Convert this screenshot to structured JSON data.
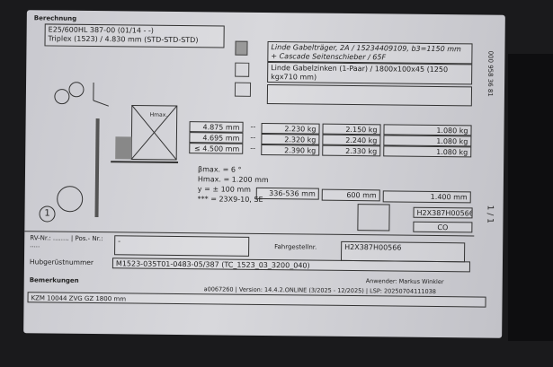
{
  "header": {
    "section": "Berechnung",
    "model_line1": "E25/600HL 387-00 (01/14 - -)",
    "model_line2": "Triplex (1523) / 4.830 mm (STD-STD-STD)"
  },
  "attachments": [
    {
      "icon": "fork-carriage-icon",
      "text": "Linde Gabelträger, 2A / 15234409109, b3=1150 mm + Cascade Seitenschieber / 65F"
    },
    {
      "icon": "fork-pair-icon",
      "text": "Linde Gabelzinken (1-Paar) / 1800x100x45 (1250 kgx710 mm)"
    },
    {
      "icon": "attachment-icon",
      "text": ""
    }
  ],
  "diagram": {
    "hmax_label": "Hmax."
  },
  "load_table": {
    "rows": [
      {
        "height": "4.875 mm",
        "sep": "--",
        "c1": "2.230 kg",
        "c2": "2.150 kg",
        "c3": "1.080 kg"
      },
      {
        "height": "4.695 mm",
        "sep": "--",
        "c1": "2.320 kg",
        "c2": "2.240 kg",
        "c3": "1.080 kg"
      },
      {
        "height": "≤ 4.500 mm",
        "sep": "--",
        "c1": "2.390 kg",
        "c2": "2.330 kg",
        "c3": "1.080 kg"
      }
    ],
    "centers": [
      "336-536 mm",
      "600 mm",
      "1.400 mm"
    ]
  },
  "specs": [
    "βmax. = 6 °",
    "Hmax. = 1.200 mm",
    "y = ± 100 mm",
    "*** = 23X9-10, SE"
  ],
  "circle_number": "1",
  "serial_box": "H2X387H00566",
  "co_box": "CO",
  "side_code": "000 958 36 81",
  "page": "1 / 1",
  "form": {
    "rv_label": "RV-Nr.: ........ | Pos.- Nr.: .....",
    "rv_value": "-",
    "chassis_label": "Fahrgestellnr.",
    "chassis_value": "H2X387H00566",
    "mast_label": "Hubgerüstnummer",
    "mast_value": "M1523-035T01-0483-05/387 (TC_1523_03_3200_040)"
  },
  "footer": {
    "remarks_label": "Bemerkungen",
    "user": "Anwender: Markus Winkler",
    "version": "a0067260 | Version: 14.4.2.ONLINE (3/2025 - 12/2025) | LSP: 20250704111038",
    "remark": "KZM 10044 ZVG GZ 1800 mm"
  }
}
